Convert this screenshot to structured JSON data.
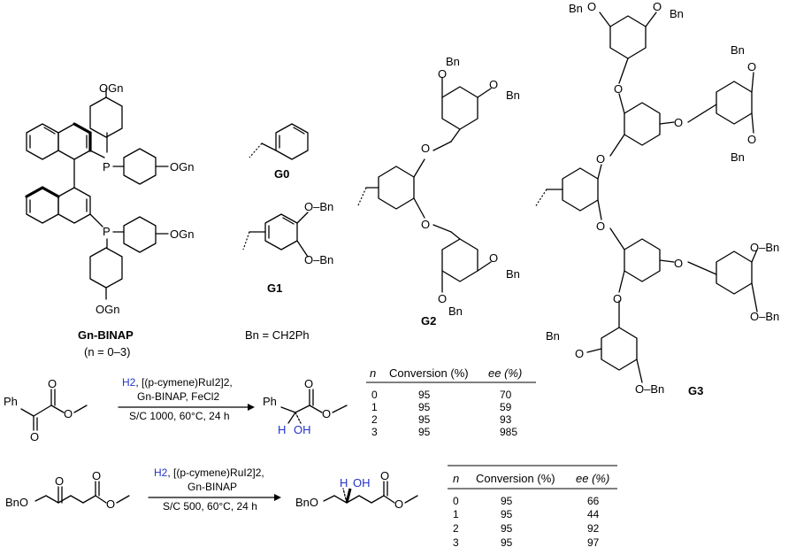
{
  "labels": {
    "g0": "G0",
    "g1": "G1",
    "g2": "G2",
    "g3": "G3",
    "binap_label": "Gn-BINAP",
    "n_range": "(n = 0–3)",
    "bn_def": "Bn = CH2Ph"
  },
  "reaction1": {
    "reagent_line1_h2": "H2",
    "reagent_line1_rest": ", [(p-cymene)RuI2]2,",
    "reagent_line2": "Gn-BINAP, FeCl2",
    "conditions": "S/C 1000, 60°C, 24 h",
    "table": {
      "headers": [
        "n",
        "Conversion (%)",
        "ee (%)"
      ],
      "rows": [
        [
          "0",
          "95",
          "70"
        ],
        [
          "1",
          "95",
          "59"
        ],
        [
          "2",
          "95",
          "93"
        ],
        [
          "3",
          "95",
          "985"
        ]
      ]
    }
  },
  "reaction2": {
    "reagent_line1_h2": "H2",
    "reagent_line1_rest": ", [(p-cymene)RuI2]2,",
    "reagent_line2": "Gn-BINAP",
    "conditions": "S/C 500, 60°C, 24 h",
    "table": {
      "headers": [
        "n",
        "Conversion (%)",
        "ee (%)"
      ],
      "rows": [
        [
          "0",
          "95",
          "66"
        ],
        [
          "1",
          "95",
          "44"
        ],
        [
          "2",
          "95",
          "92"
        ],
        [
          "3",
          "95",
          "97"
        ]
      ]
    }
  },
  "atoms": {
    "ph": "Ph",
    "o": "O",
    "h": "H",
    "oh": "OH",
    "p": "P",
    "bno": "BnO",
    "bn": "Bn",
    "o_bn": "O–Bn",
    "ogn": "OGn"
  }
}
